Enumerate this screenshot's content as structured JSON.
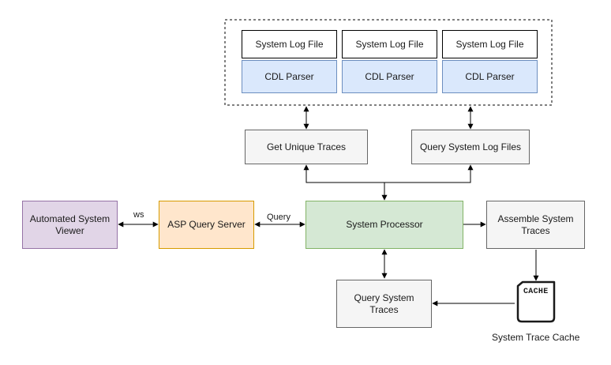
{
  "sources": [
    {
      "log_file": "System Log File",
      "parser": "CDL Parser"
    },
    {
      "log_file": "System Log File",
      "parser": "CDL Parser"
    },
    {
      "log_file": "System Log File",
      "parser": "CDL Parser"
    }
  ],
  "nodes": {
    "get_unique_traces": "Get Unique Traces",
    "query_system_log_files": "Query System Log Files",
    "automated_system_viewer": "Automated System Viewer",
    "asp_query_server": "ASP Query Server",
    "system_processor": "System Processor",
    "assemble_system_traces": "Assemble System Traces",
    "query_system_traces": "Query System Traces"
  },
  "edge_labels": {
    "ws": "ws",
    "query": "Query"
  },
  "cache": {
    "icon_text": "CACHE",
    "caption": "System Trace Cache"
  }
}
